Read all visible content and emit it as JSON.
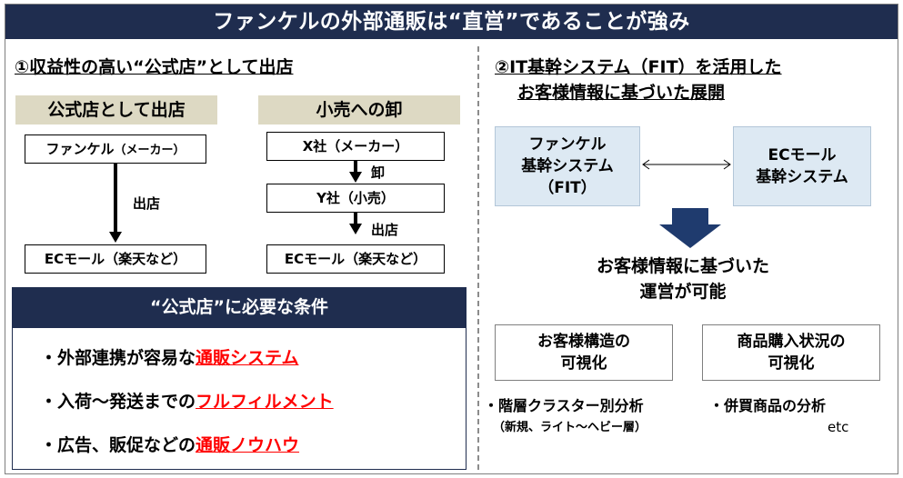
{
  "title": "ファンケルの外部通販は“直営”であることが強み",
  "left": {
    "section_title": "①収益性の高い“公式店”として出店",
    "col1": {
      "header": "公式店として出店",
      "top_box_main": "ファンケル",
      "top_box_sub": "（メーカー）",
      "arrow_label": "出店",
      "bottom_box": "ECモール（楽天など）"
    },
    "col2": {
      "header": "小売への卸",
      "box1": "X社（メーカー）",
      "arrow1_label": "卸",
      "box2": "Y社（小売）",
      "arrow2_label": "出店",
      "box3": "ECモール（楽天など）"
    },
    "conditions": {
      "header": "“公式店”に必要な条件",
      "items": [
        {
          "prefix": "・外部連携が容易な",
          "highlight": "通販システム"
        },
        {
          "prefix": "・入荷～発送までの",
          "highlight": "フルフィルメント"
        },
        {
          "prefix": "・広告、販促などの",
          "highlight": "通販ノウハウ"
        }
      ]
    }
  },
  "right": {
    "section_title_line1": "②IT基幹システム（FIT）を活用した",
    "section_title_line2": "お客様情報に基づいた展開",
    "fancl_box_line1": "ファンケル",
    "fancl_box_line2": "基幹システム",
    "fancl_box_line3": "（FIT）",
    "ec_box_line1": "ECモール",
    "ec_box_line2": "基幹システム",
    "result_line1": "お客様情報に基づいた",
    "result_line2": "運営が可能",
    "out1_line1": "お客様構造の",
    "out1_line2": "可視化",
    "out2_line1": "商品購入状況の",
    "out2_line2": "可視化",
    "bullet1": "・階層クラスター別分析",
    "bullet1_sub": "（新規、ライト～ヘビー層）",
    "bullet2": "・併買商品の分析",
    "bullet2_sub": "etc"
  },
  "colors": {
    "title_bg": "#1f2d4f",
    "tan": "#ddd9c3",
    "light_blue": "#dde9f3",
    "highlight_red": "#ff0000"
  }
}
